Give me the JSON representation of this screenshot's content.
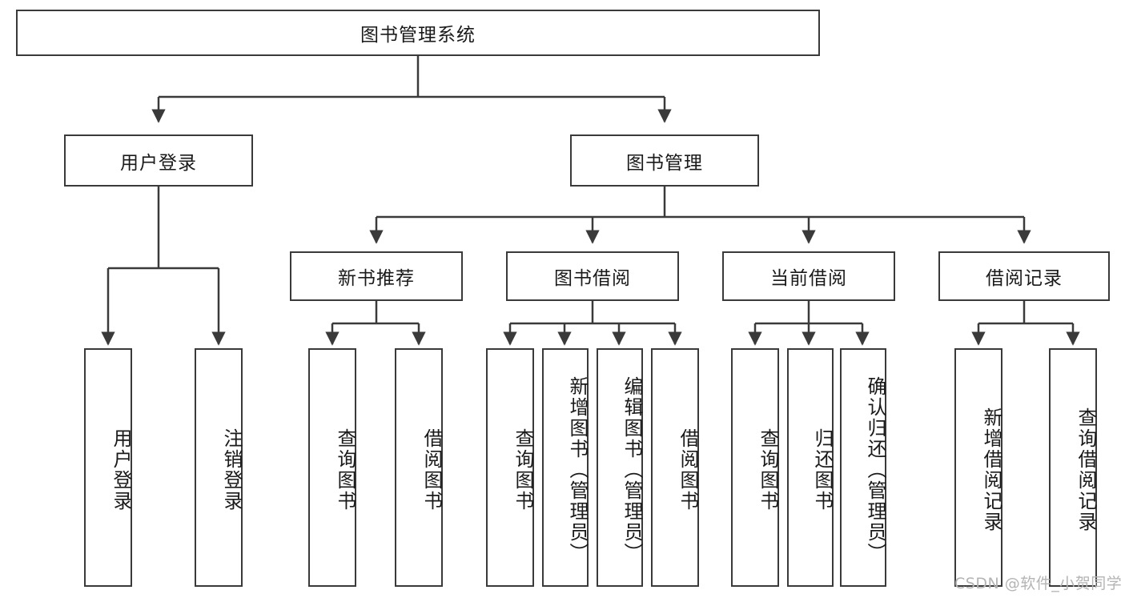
{
  "diagram": {
    "type": "tree-hierarchy",
    "title": "图书管理系统",
    "root": {
      "id": "root",
      "label": "图书管理系统"
    },
    "level1": [
      {
        "id": "user-login",
        "label": "用户登录"
      },
      {
        "id": "book-manage",
        "label": "图书管理"
      }
    ],
    "level2": [
      {
        "id": "new-book-rec",
        "label": "新书推荐",
        "parent": "book-manage"
      },
      {
        "id": "book-borrow",
        "label": "图书借阅",
        "parent": "book-manage"
      },
      {
        "id": "current-borrow",
        "label": "当前借阅",
        "parent": "book-manage"
      },
      {
        "id": "borrow-record",
        "label": "借阅记录",
        "parent": "book-manage"
      }
    ],
    "leaves": [
      {
        "id": "leaf-user-login",
        "label": "用户登录",
        "parent": "user-login"
      },
      {
        "id": "leaf-logout",
        "label": "注销登录",
        "parent": "user-login"
      },
      {
        "id": "leaf-query-book-1",
        "label": "查询图书",
        "parent": "new-book-rec"
      },
      {
        "id": "leaf-borrow-book-1",
        "label": "借阅图书",
        "parent": "new-book-rec"
      },
      {
        "id": "leaf-query-book-2",
        "label": "查询图书",
        "parent": "book-borrow"
      },
      {
        "id": "leaf-add-book",
        "label": "新增图书（管理员）",
        "parent": "book-borrow"
      },
      {
        "id": "leaf-edit-book",
        "label": "编辑图书（管理员）",
        "parent": "book-borrow"
      },
      {
        "id": "leaf-borrow-book-2",
        "label": "借阅图书",
        "parent": "book-borrow"
      },
      {
        "id": "leaf-query-book-3",
        "label": "查询图书",
        "parent": "current-borrow"
      },
      {
        "id": "leaf-return-book",
        "label": "归还图书",
        "parent": "current-borrow"
      },
      {
        "id": "leaf-confirm-return",
        "label": "确认归还（管理员）",
        "parent": "current-borrow"
      },
      {
        "id": "leaf-add-record",
        "label": "新增借阅记录",
        "parent": "borrow-record"
      },
      {
        "id": "leaf-query-record",
        "label": "查询借阅记录",
        "parent": "borrow-record"
      }
    ]
  },
  "watermark": {
    "text": "CSDN @软件_小贺同学"
  },
  "colors": {
    "stroke": "#3a3a3a",
    "text": "#1a1a1a",
    "background": "#ffffff",
    "watermark": "#b4b4b4"
  }
}
